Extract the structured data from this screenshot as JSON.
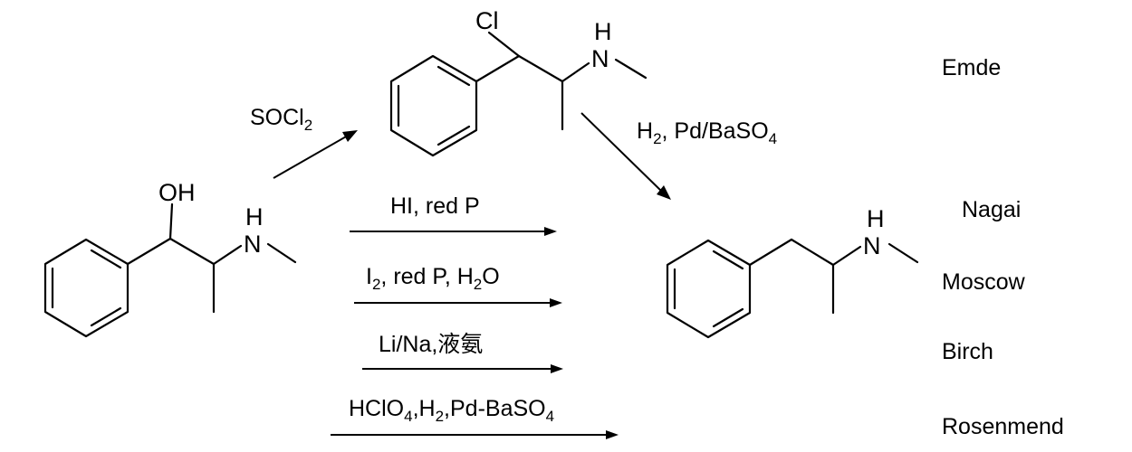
{
  "reactions": {
    "emde": {
      "name": "Emde",
      "step1": "SOCl",
      "step1_sub": "2",
      "step2_a": "H",
      "step2_sub1": "2",
      "step2_b": ", Pd/BaSO",
      "step2_sub2": "4"
    },
    "nagai": {
      "name": "Nagai",
      "reagent": "HI, red P"
    },
    "moscow": {
      "name": "Moscow",
      "r_a": "I",
      "r_sub1": "2",
      "r_b": ", red P, H",
      "r_sub2": "2",
      "r_c": "O"
    },
    "birch": {
      "name": "Birch",
      "reagent": "Li/Na,液氨"
    },
    "rosenmund": {
      "name": "Rosenmend",
      "r_a": "HClO",
      "r_sub1": "4",
      "r_b": ",H",
      "r_sub2": "2",
      "r_c": ",Pd-BaSO",
      "r_sub3": "4"
    }
  },
  "atoms": {
    "chloro": "Cl",
    "hydroxy": "OH",
    "nitrogen": "N",
    "hydrogen": "H"
  }
}
